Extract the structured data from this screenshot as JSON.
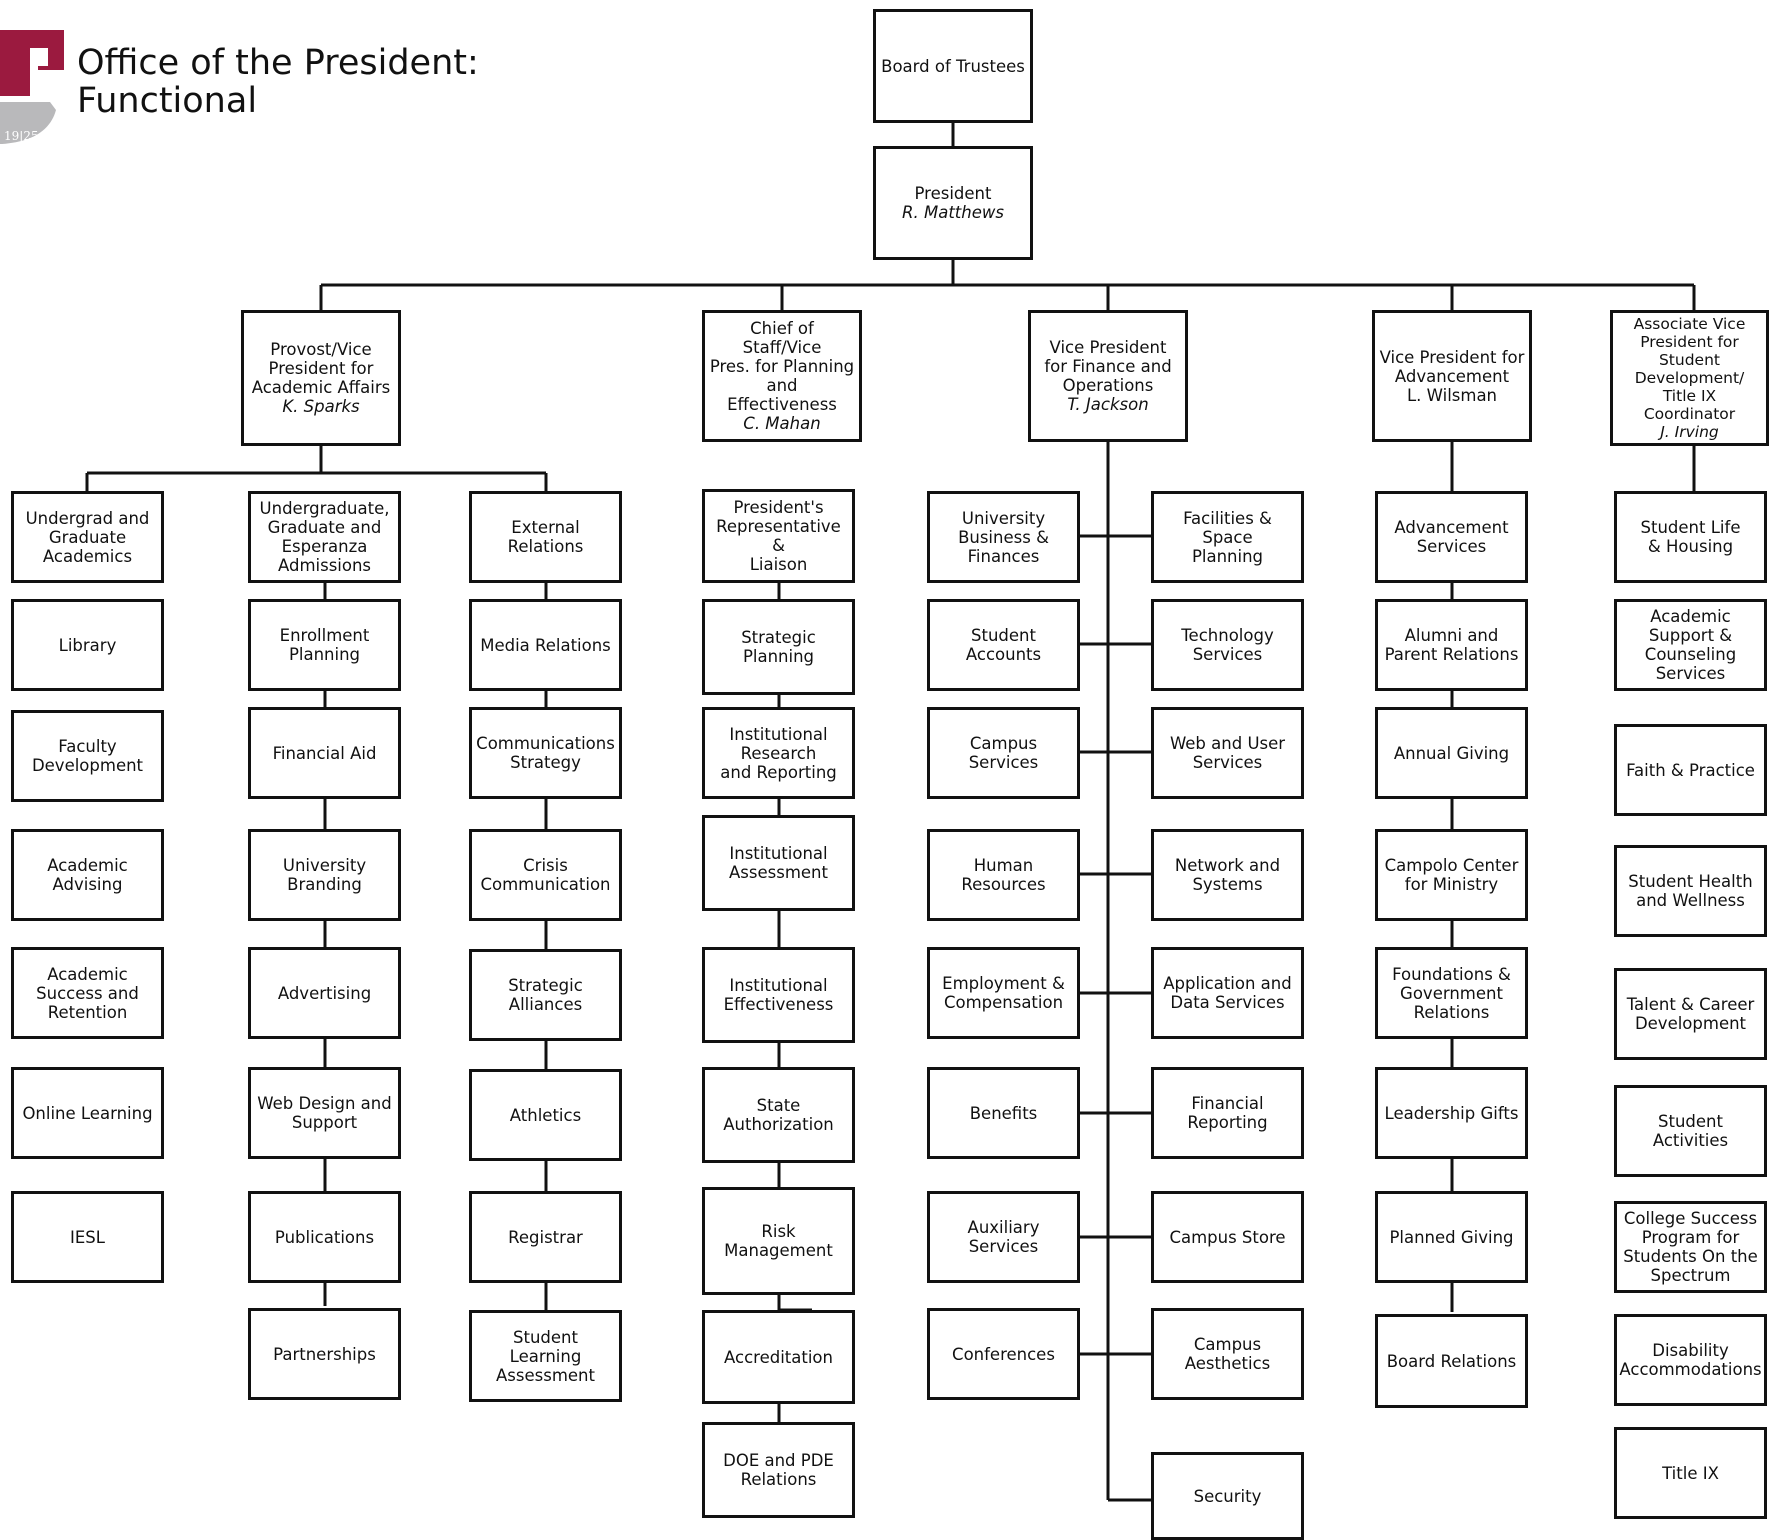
{
  "header": {
    "title": "Office of the President:\nFunctional",
    "logo_year": "19|25"
  },
  "colors": {
    "logo_crimson": "#9b1a3f",
    "logo_gray": "#b9b9bb",
    "line": "#111111"
  },
  "top": {
    "board": "Board of Trustees",
    "president": {
      "title": "President",
      "person": "R. Matthews"
    }
  },
  "executives": {
    "provost": {
      "title": "Provost/Vice\nPresident for\nAcademic Affairs",
      "person": "K. Sparks"
    },
    "chief": {
      "title": "Chief of Staff/Vice\nPres. for Planning\nand Effectiveness",
      "person": "C. Mahan"
    },
    "vpfo": {
      "title": "Vice President\nfor Finance and\nOperations",
      "person": "T. Jackson"
    },
    "vpadv": {
      "title": "Vice President for\nAdvancement",
      "person": "L. Wilsman"
    },
    "avp": {
      "title": "Associate Vice\nPresident for\nStudent\nDevelopment/\nTitle IX\nCoordinator",
      "person": "J. Irving"
    }
  },
  "units": {
    "academic": [
      "Undergrad and\nGraduate\nAcademics",
      "Library",
      "Faculty\nDevelopment",
      "Academic\nAdvising",
      "Academic\nSuccess and\nRetention",
      "Online Learning",
      "IESL"
    ],
    "admissions": [
      "Undergraduate,\nGraduate and\nEsperanza\nAdmissions",
      "Enrollment\nPlanning",
      "Financial Aid",
      "University\nBranding",
      "Advertising",
      "Web Design and\nSupport",
      "Publications",
      "Partnerships"
    ],
    "external": [
      "External\nRelations",
      "Media Relations",
      "Communications\nStrategy",
      "Crisis\nCommunication",
      "Strategic\nAlliances",
      "Athletics",
      "Registrar",
      "Student Learning\nAssessment"
    ],
    "planning": [
      "President's\nRepresentative &\nLiaison",
      "Strategic\nPlanning",
      "Institutional\nResearch\nand Reporting",
      "Institutional\nAssessment",
      "Institutional\nEffectiveness",
      "State\nAuthorization",
      "Risk\nManagement",
      "Accreditation",
      "DOE and PDE\nRelations"
    ],
    "finance_left": [
      "University\nBusiness &\nFinances",
      "Student\nAccounts",
      "Campus Services",
      "Human\nResources",
      "Employment &\nCompensation",
      "Benefits",
      "Auxiliary\nServices",
      "Conferences"
    ],
    "finance_right": [
      "Facilities & Space\nPlanning",
      "Technology\nServices",
      "Web and User\nServices",
      "Network and\nSystems",
      "Application and\nData Services",
      "Financial\nReporting",
      "Campus Store",
      "Campus\nAesthetics",
      "Security"
    ],
    "advancement": [
      "Advancement\nServices",
      "Alumni and\nParent Relations",
      "Annual Giving",
      "Campolo Center\nfor Ministry",
      "Foundations &\nGovernment\nRelations",
      "Leadership Gifts",
      "Planned Giving",
      "Board Relations"
    ],
    "student_dev": [
      "Student Life\n& Housing",
      "Academic\nSupport &\nCounseling\nServices",
      "Faith & Practice",
      "Student Health\nand Wellness",
      "Talent & Career\nDevelopment",
      "Student\nActivities",
      "College Success\nProgram for\nStudents On the\nSpectrum",
      "Disability\nAccommodations",
      "Title IX"
    ]
  }
}
